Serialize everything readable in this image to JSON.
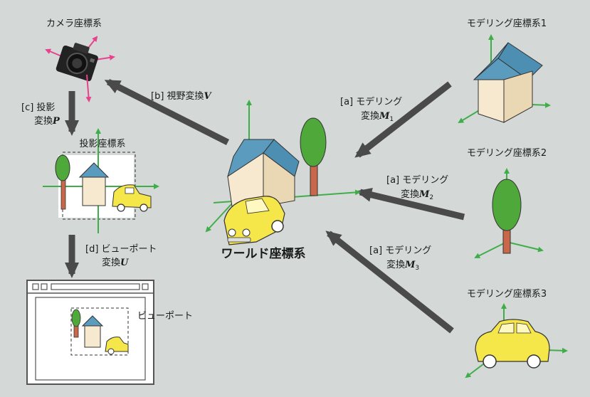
{
  "colors": {
    "background": "#d4d9d8",
    "axis_green": "#3fae4a",
    "camera_axis_pink": "#e8428c",
    "arrow_gray": "#4a4a4a",
    "roof_blue": "#5b9bbd",
    "wall_cream": "#f6e9cf",
    "car_yellow": "#f5e64a",
    "tree_green": "#4fa83a",
    "trunk_brown": "#c8674a"
  },
  "labels": {
    "camera_coords": "カメラ座標系",
    "world_coords": "ワールド座標系",
    "projection_coords": "投影座標系",
    "viewport": "ビューポート",
    "modeling1": "モデリング座標系1",
    "modeling2": "モデリング座標系2",
    "modeling3": "モデリング座標系3"
  },
  "transforms": {
    "b_view": {
      "prefix": "[b] 視野変換",
      "symbol": "V"
    },
    "c_projection": {
      "line1": "[c] 投影",
      "line2": "変換",
      "symbol": "P"
    },
    "d_viewport": {
      "line1": "[d] ビューポート",
      "line2": "変換",
      "symbol": "U"
    },
    "a1": {
      "line1": "[a] モデリング",
      "line2": "変換",
      "symbol": "M",
      "sub": "1"
    },
    "a2": {
      "line1": "[a] モデリング",
      "line2": "変換",
      "symbol": "M",
      "sub": "2"
    },
    "a3": {
      "line1": "[a] モデリング",
      "line2": "変換",
      "symbol": "M",
      "sub": "3"
    }
  }
}
